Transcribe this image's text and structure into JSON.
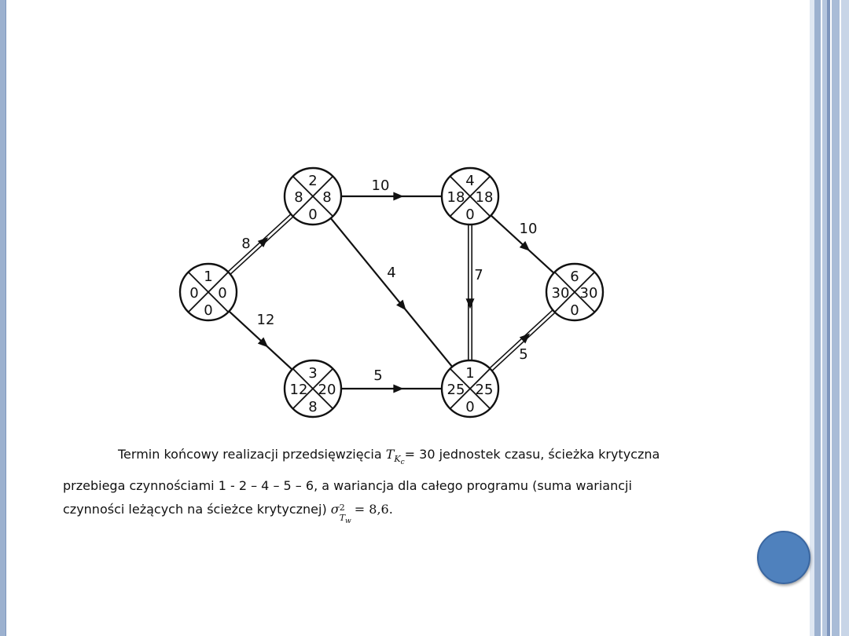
{
  "diagram": {
    "nodes": [
      {
        "id": "1",
        "number": "1",
        "left": "0",
        "right": "0",
        "bottom": "0"
      },
      {
        "id": "2",
        "number": "2",
        "left": "8",
        "right": "8",
        "bottom": "0"
      },
      {
        "id": "3",
        "number": "3",
        "left": "12",
        "right": "20",
        "bottom": "8"
      },
      {
        "id": "4",
        "number": "4",
        "left": "18",
        "right": "18",
        "bottom": "0"
      },
      {
        "id": "5",
        "number": "1",
        "left": "25",
        "right": "25",
        "bottom": "0"
      },
      {
        "id": "6",
        "number": "6",
        "left": "30",
        "right": "30",
        "bottom": "0"
      }
    ],
    "edges": [
      {
        "from": "1",
        "to": "2",
        "label": "8",
        "critical": true
      },
      {
        "from": "1",
        "to": "3",
        "label": "12",
        "critical": false
      },
      {
        "from": "2",
        "to": "4",
        "label": "10",
        "critical": false
      },
      {
        "from": "2",
        "to": "5",
        "label": "4",
        "critical": false
      },
      {
        "from": "3",
        "to": "5",
        "label": "5",
        "critical": false
      },
      {
        "from": "4",
        "to": "5",
        "label": "7",
        "critical": true
      },
      {
        "from": "4",
        "to": "6",
        "label": "10",
        "critical": false
      },
      {
        "from": "5",
        "to": "6",
        "label": "5",
        "critical": true
      }
    ]
  },
  "caption": {
    "line1_before": "Termin końcowy realizacji przedsięwzięcia ",
    "t_symbol": "T",
    "t_sub": "K",
    "t_subsub": "c",
    "line1_after": "= 30 jednostek czasu, ścieżka krytyczna",
    "line2": "przebiega czynnościami 1 - 2 – 4 – 5 – 6, a wariancja dla całego programu (suma wariancji",
    "line3_before": "czynności leżących na ścieżce krytycznej) ",
    "sigma_symbol": "σ",
    "sigma_sup": "2",
    "sigma_sub": "T",
    "sigma_subsub": "w",
    "line3_eq": " = 8,6."
  },
  "colors": {
    "accent": "#4f81bd",
    "frame": "#9cb1cf"
  }
}
